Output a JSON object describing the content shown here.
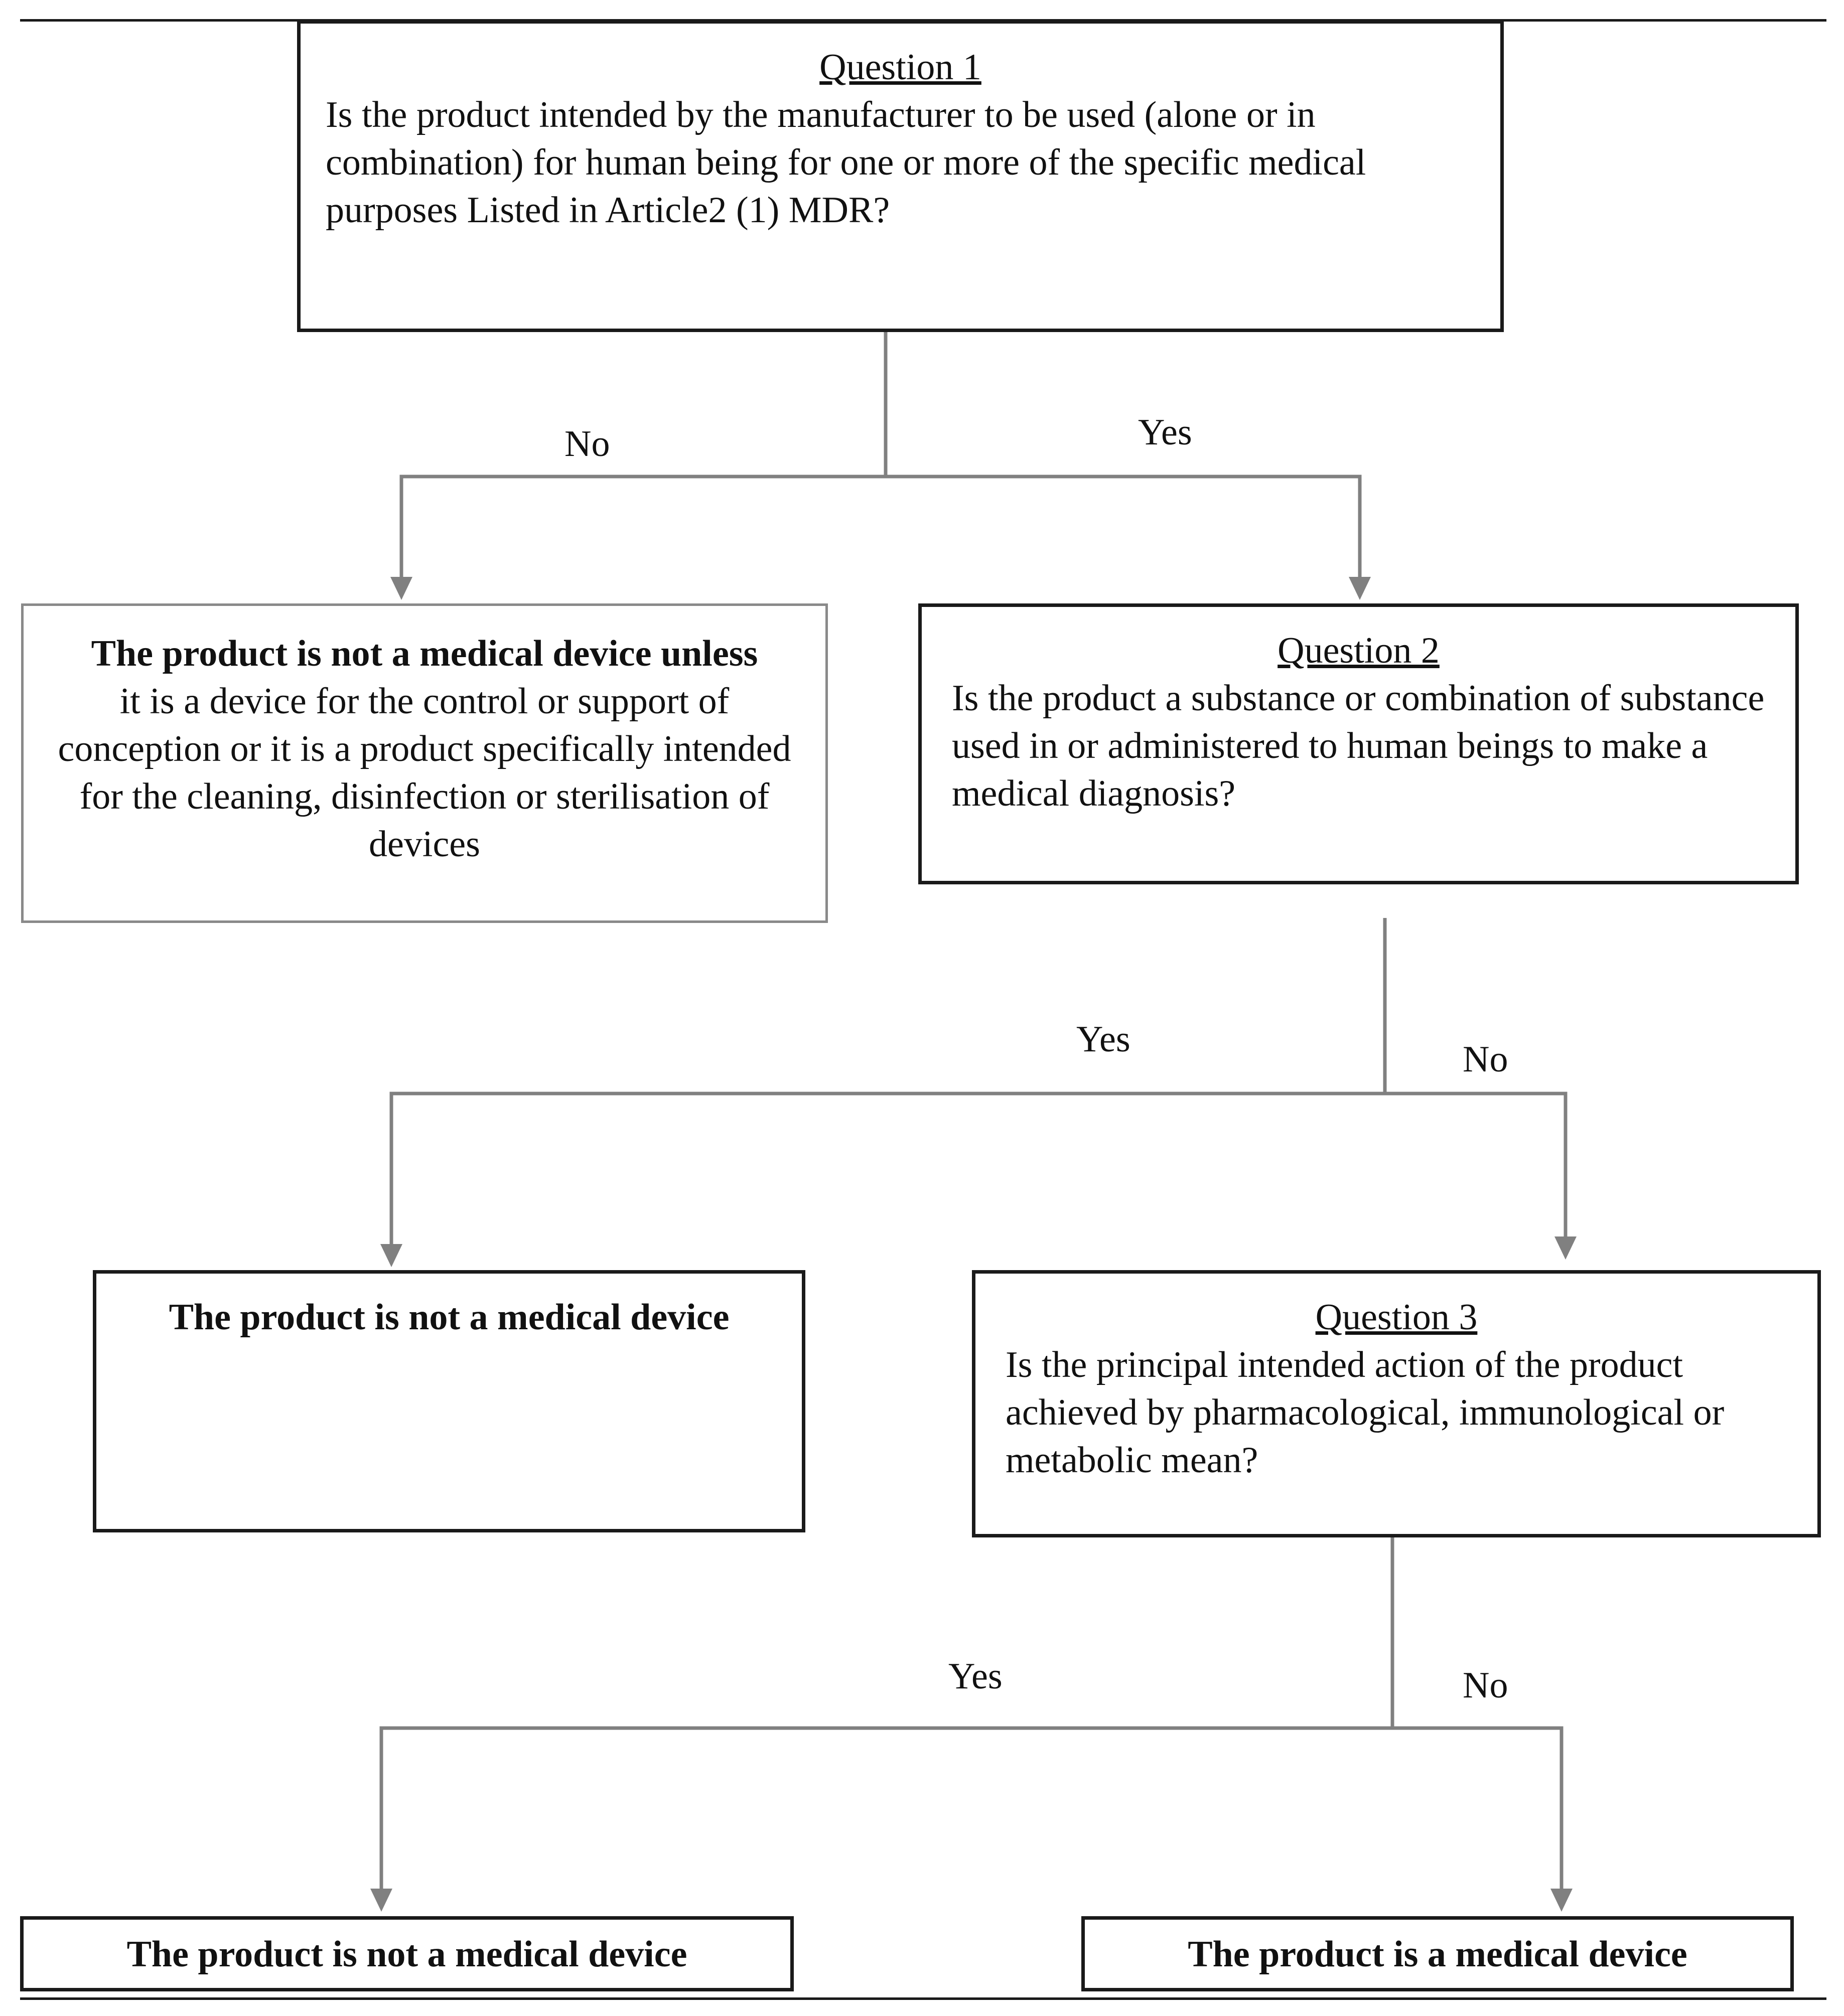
{
  "nodes": {
    "q1": {
      "title": "Question 1",
      "text": "Is the product intended by the manufacturer to be used (alone or in combination) for human being for one or more of the specific medical purposes Listed in Article2 (1) MDR?"
    },
    "outcome_unless": {
      "title": "The product is not a medical device unless",
      "text": "it is a device for the control or support of conception or it is a product specifically intended for the cleaning, disinfection or sterilisation of devices"
    },
    "q2": {
      "title": "Question 2",
      "text": "Is the product a substance or combination of substance used in or administered to human beings to make a medical diagnosis?"
    },
    "outcome_not_1": {
      "title": "The product is not a medical device"
    },
    "q3": {
      "title": "Question 3",
      "text": "Is the principal intended action of the product achieved by pharmacological, immunological or metabolic mean?"
    },
    "outcome_not_2": {
      "title": "The product is not a medical device"
    },
    "outcome_is": {
      "title": "The product is a medical device"
    }
  },
  "edges": [
    {
      "id": "q1-no",
      "from": "q1",
      "to": "outcome_unless",
      "label": "No"
    },
    {
      "id": "q1-yes",
      "from": "q1",
      "to": "q2",
      "label": "Yes"
    },
    {
      "id": "q2-yes",
      "from": "q2",
      "to": "outcome_not_1",
      "label": "Yes"
    },
    {
      "id": "q2-no",
      "from": "q2",
      "to": "q3",
      "label": "No"
    },
    {
      "id": "q3-yes",
      "from": "q3",
      "to": "outcome_not_2",
      "label": "Yes"
    },
    {
      "id": "q3-no",
      "from": "q3",
      "to": "outcome_is",
      "label": "No"
    }
  ],
  "colors": {
    "box_border_dark": "#1a1a1a",
    "box_border_light": "#8a8a8a",
    "connector": "#808080",
    "text": "#111111"
  }
}
